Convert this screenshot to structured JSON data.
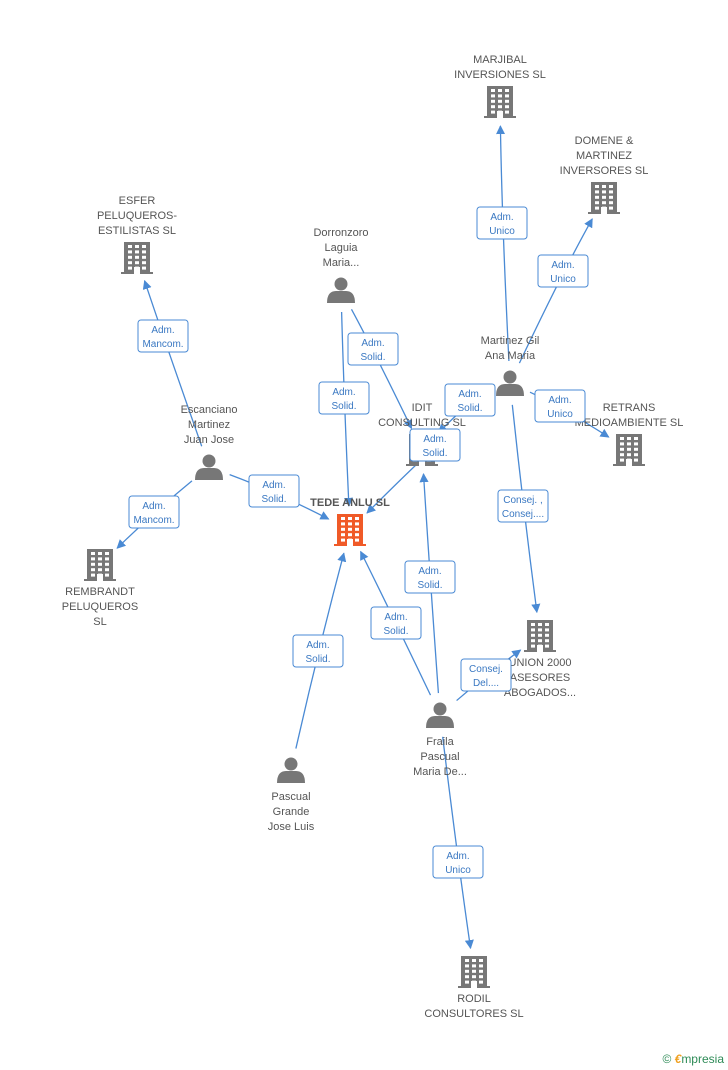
{
  "colors": {
    "edge": "#4a8ad4",
    "node": "#777777",
    "center": "#f05a28",
    "label": "#555555"
  },
  "icons": {
    "company": "building-icon",
    "person": "person-icon"
  },
  "nodes": [
    {
      "id": "tede",
      "type": "company",
      "center": true,
      "label": [
        "TEDE ANLU SL"
      ]
    },
    {
      "id": "marjibal",
      "type": "company",
      "label": [
        "MARJIBAL",
        "INVERSIONES SL"
      ]
    },
    {
      "id": "domene",
      "type": "company",
      "label": [
        "DOMENE &",
        "MARTINEZ",
        "INVERSORES SL"
      ]
    },
    {
      "id": "esfer",
      "type": "company",
      "label": [
        "ESFER",
        "PELUQUEROS-",
        "ESTILISTAS  SL"
      ]
    },
    {
      "id": "dorronzoro",
      "type": "person",
      "label": [
        "Dorronzoro",
        "Laguia",
        "Maria..."
      ]
    },
    {
      "id": "martinez",
      "type": "person",
      "label": [
        "Martinez Gil",
        "Ana Maria"
      ]
    },
    {
      "id": "idit",
      "type": "company",
      "label": [
        "IDIT",
        "CONSULTING SL"
      ]
    },
    {
      "id": "retrans",
      "type": "company",
      "label": [
        "RETRANS",
        "MEDIOAMBIENTE SL"
      ]
    },
    {
      "id": "escanciano",
      "type": "person",
      "label": [
        "Escanciano",
        "Martinez",
        "Juan Jose"
      ]
    },
    {
      "id": "rembrandt",
      "type": "company",
      "label": [
        "REMBRANDT",
        "PELUQUEROS",
        "SL"
      ]
    },
    {
      "id": "union",
      "type": "company",
      "label": [
        "UNION 2000",
        "ASESORES",
        "ABOGADOS..."
      ]
    },
    {
      "id": "fraila",
      "type": "person",
      "label": [
        "Fraila",
        "Pascual",
        "Maria De..."
      ]
    },
    {
      "id": "pascual",
      "type": "person",
      "label": [
        "Pascual",
        "Grande",
        "Jose Luis"
      ]
    },
    {
      "id": "rodil",
      "type": "company",
      "label": [
        "RODIL",
        "CONSULTORES SL"
      ]
    }
  ],
  "edges": [
    {
      "from": "martinez",
      "to": "marjibal",
      "label": [
        "Adm.",
        "Unico"
      ]
    },
    {
      "from": "martinez",
      "to": "domene",
      "label": [
        "Adm.",
        "Unico"
      ]
    },
    {
      "from": "escanciano",
      "to": "esfer",
      "label": [
        "Adm.",
        "Mancom."
      ]
    },
    {
      "from": "dorronzoro",
      "to": "idit",
      "label": [
        "Adm.",
        "Solid."
      ]
    },
    {
      "from": "dorronzoro",
      "to": "tede",
      "label": [
        "Adm.",
        "Solid."
      ]
    },
    {
      "from": "martinez",
      "to": "idit",
      "label": [
        "Adm.",
        "Solid."
      ]
    },
    {
      "from": "martinez",
      "to": "retrans",
      "label": [
        "Adm.",
        "Unico"
      ]
    },
    {
      "from": "idit",
      "to": "tede",
      "label": [
        "Adm.",
        "Solid."
      ]
    },
    {
      "from": "escanciano",
      "to": "tede",
      "label": [
        "Adm.",
        "Solid."
      ]
    },
    {
      "from": "escanciano",
      "to": "rembrandt",
      "label": [
        "Adm.",
        "Mancom."
      ]
    },
    {
      "from": "martinez",
      "to": "union",
      "label": [
        "Consej. ,",
        "Consej...."
      ]
    },
    {
      "from": "fraila",
      "to": "idit",
      "label": [
        "Adm.",
        "Solid."
      ]
    },
    {
      "from": "fraila",
      "to": "tede",
      "label": [
        "Adm.",
        "Solid."
      ]
    },
    {
      "from": "fraila",
      "to": "union",
      "label": [
        "Consej.",
        "Del...."
      ]
    },
    {
      "from": "pascual",
      "to": "tede",
      "label": [
        "Adm.",
        "Solid."
      ]
    },
    {
      "from": "fraila",
      "to": "rodil",
      "label": [
        "Adm.",
        "Unico"
      ]
    }
  ],
  "footer": {
    "copyright": "©",
    "brand_initial": "€",
    "brand_rest": "mpresia"
  }
}
